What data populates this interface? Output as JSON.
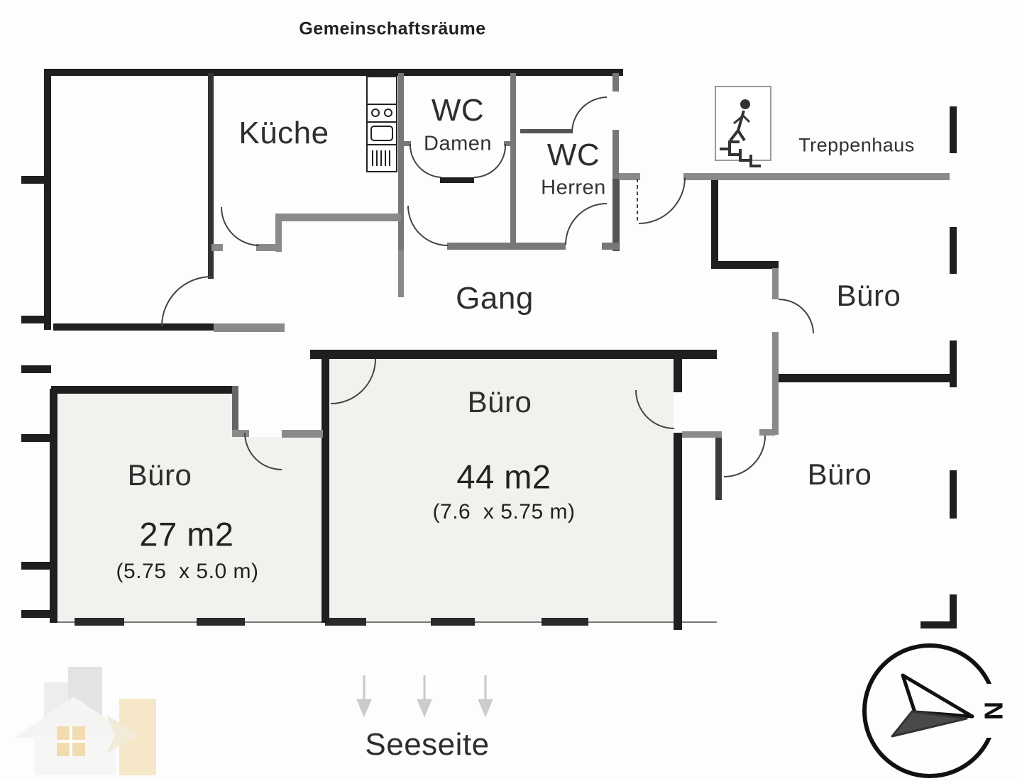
{
  "title": "Gemeinschaftsräume",
  "rooms": {
    "kueche": {
      "label": "Küche"
    },
    "wc_damen": {
      "label": "WC",
      "sublabel": "Damen"
    },
    "wc_herren": {
      "label": "WC",
      "sublabel": "Herren"
    },
    "gang": {
      "label": "Gang"
    },
    "treppenhaus": {
      "label": "Treppenhaus"
    },
    "buero_top_right": {
      "label": "Büro"
    },
    "buero_mid_right": {
      "label": "Büro"
    },
    "buero_44": {
      "label": "Büro",
      "area": "44 m2",
      "dims": "(7.6  x 5.75 m)"
    },
    "buero_27": {
      "label": "Büro",
      "area": "27 m2",
      "dims": "(5.75  x 5.0 m)"
    }
  },
  "annotations": {
    "waterside": "Seeseite",
    "north": "N"
  },
  "colors": {
    "wall_dark": "#1f1f1f",
    "wall_gray": "#8a8a8a",
    "room_highlight": "#f1f1ee",
    "text": "#2b2b2b",
    "arrow_gray": "#c8c8c8",
    "watermark_tan": "#f5e5c2"
  }
}
